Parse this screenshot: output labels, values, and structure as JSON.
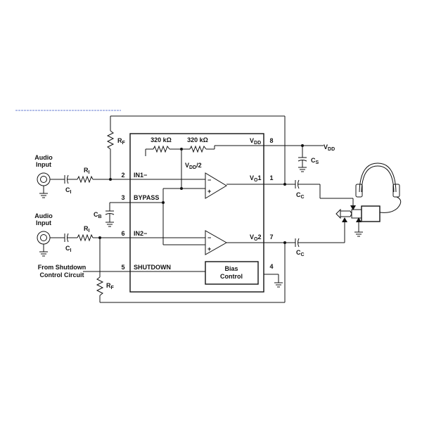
{
  "labels": {
    "audio_input_1": [
      "Audio",
      "Input"
    ],
    "audio_input_2": [
      "Audio",
      "Input"
    ],
    "rf_top": "R",
    "rf_top_sub": "F",
    "rf_bottom": "R",
    "rf_bottom_sub": "F",
    "ri_top": "R",
    "ri_top_sub": "I",
    "ri_bottom": "R",
    "ri_bottom_sub": "I",
    "ci_top": "C",
    "ci_top_sub": "I",
    "ci_bottom": "C",
    "ci_bottom_sub": "I",
    "cb": "C",
    "cb_sub": "B",
    "cs": "C",
    "cs_sub": "S",
    "cc_top": "C",
    "cc_top_sub": "C",
    "cc_bottom": "C",
    "cc_bottom_sub": "C",
    "res_320_left": "320 kΩ",
    "res_320_right": "320 kΩ",
    "vdd_half": "V",
    "vdd_half_sub": "DD",
    "vdd_half_suffix": "/2",
    "vdd_internal": "V",
    "vdd_internal_sub": "DD",
    "vdd_external": "V",
    "vdd_external_sub": "DD",
    "vo1": "V",
    "vo1_sub": "O",
    "vo1_suffix": "1",
    "vo2": "V",
    "vo2_sub": "O",
    "vo2_suffix": "2",
    "in1": "IN1−",
    "in2": "IN2−",
    "bypass": "BYPASS",
    "shutdown": "SHUTDOWN",
    "bias_control": [
      "Bias",
      "Control"
    ],
    "from_shutdown": [
      "From Shutdown",
      "Control Circuit"
    ],
    "opamp_minus": "−",
    "opamp_plus": "+"
  },
  "pins": {
    "p2": "2",
    "p3": "3",
    "p6": "6",
    "p5": "5",
    "p8": "8",
    "p1": "1",
    "p7": "7",
    "p4": "4"
  }
}
